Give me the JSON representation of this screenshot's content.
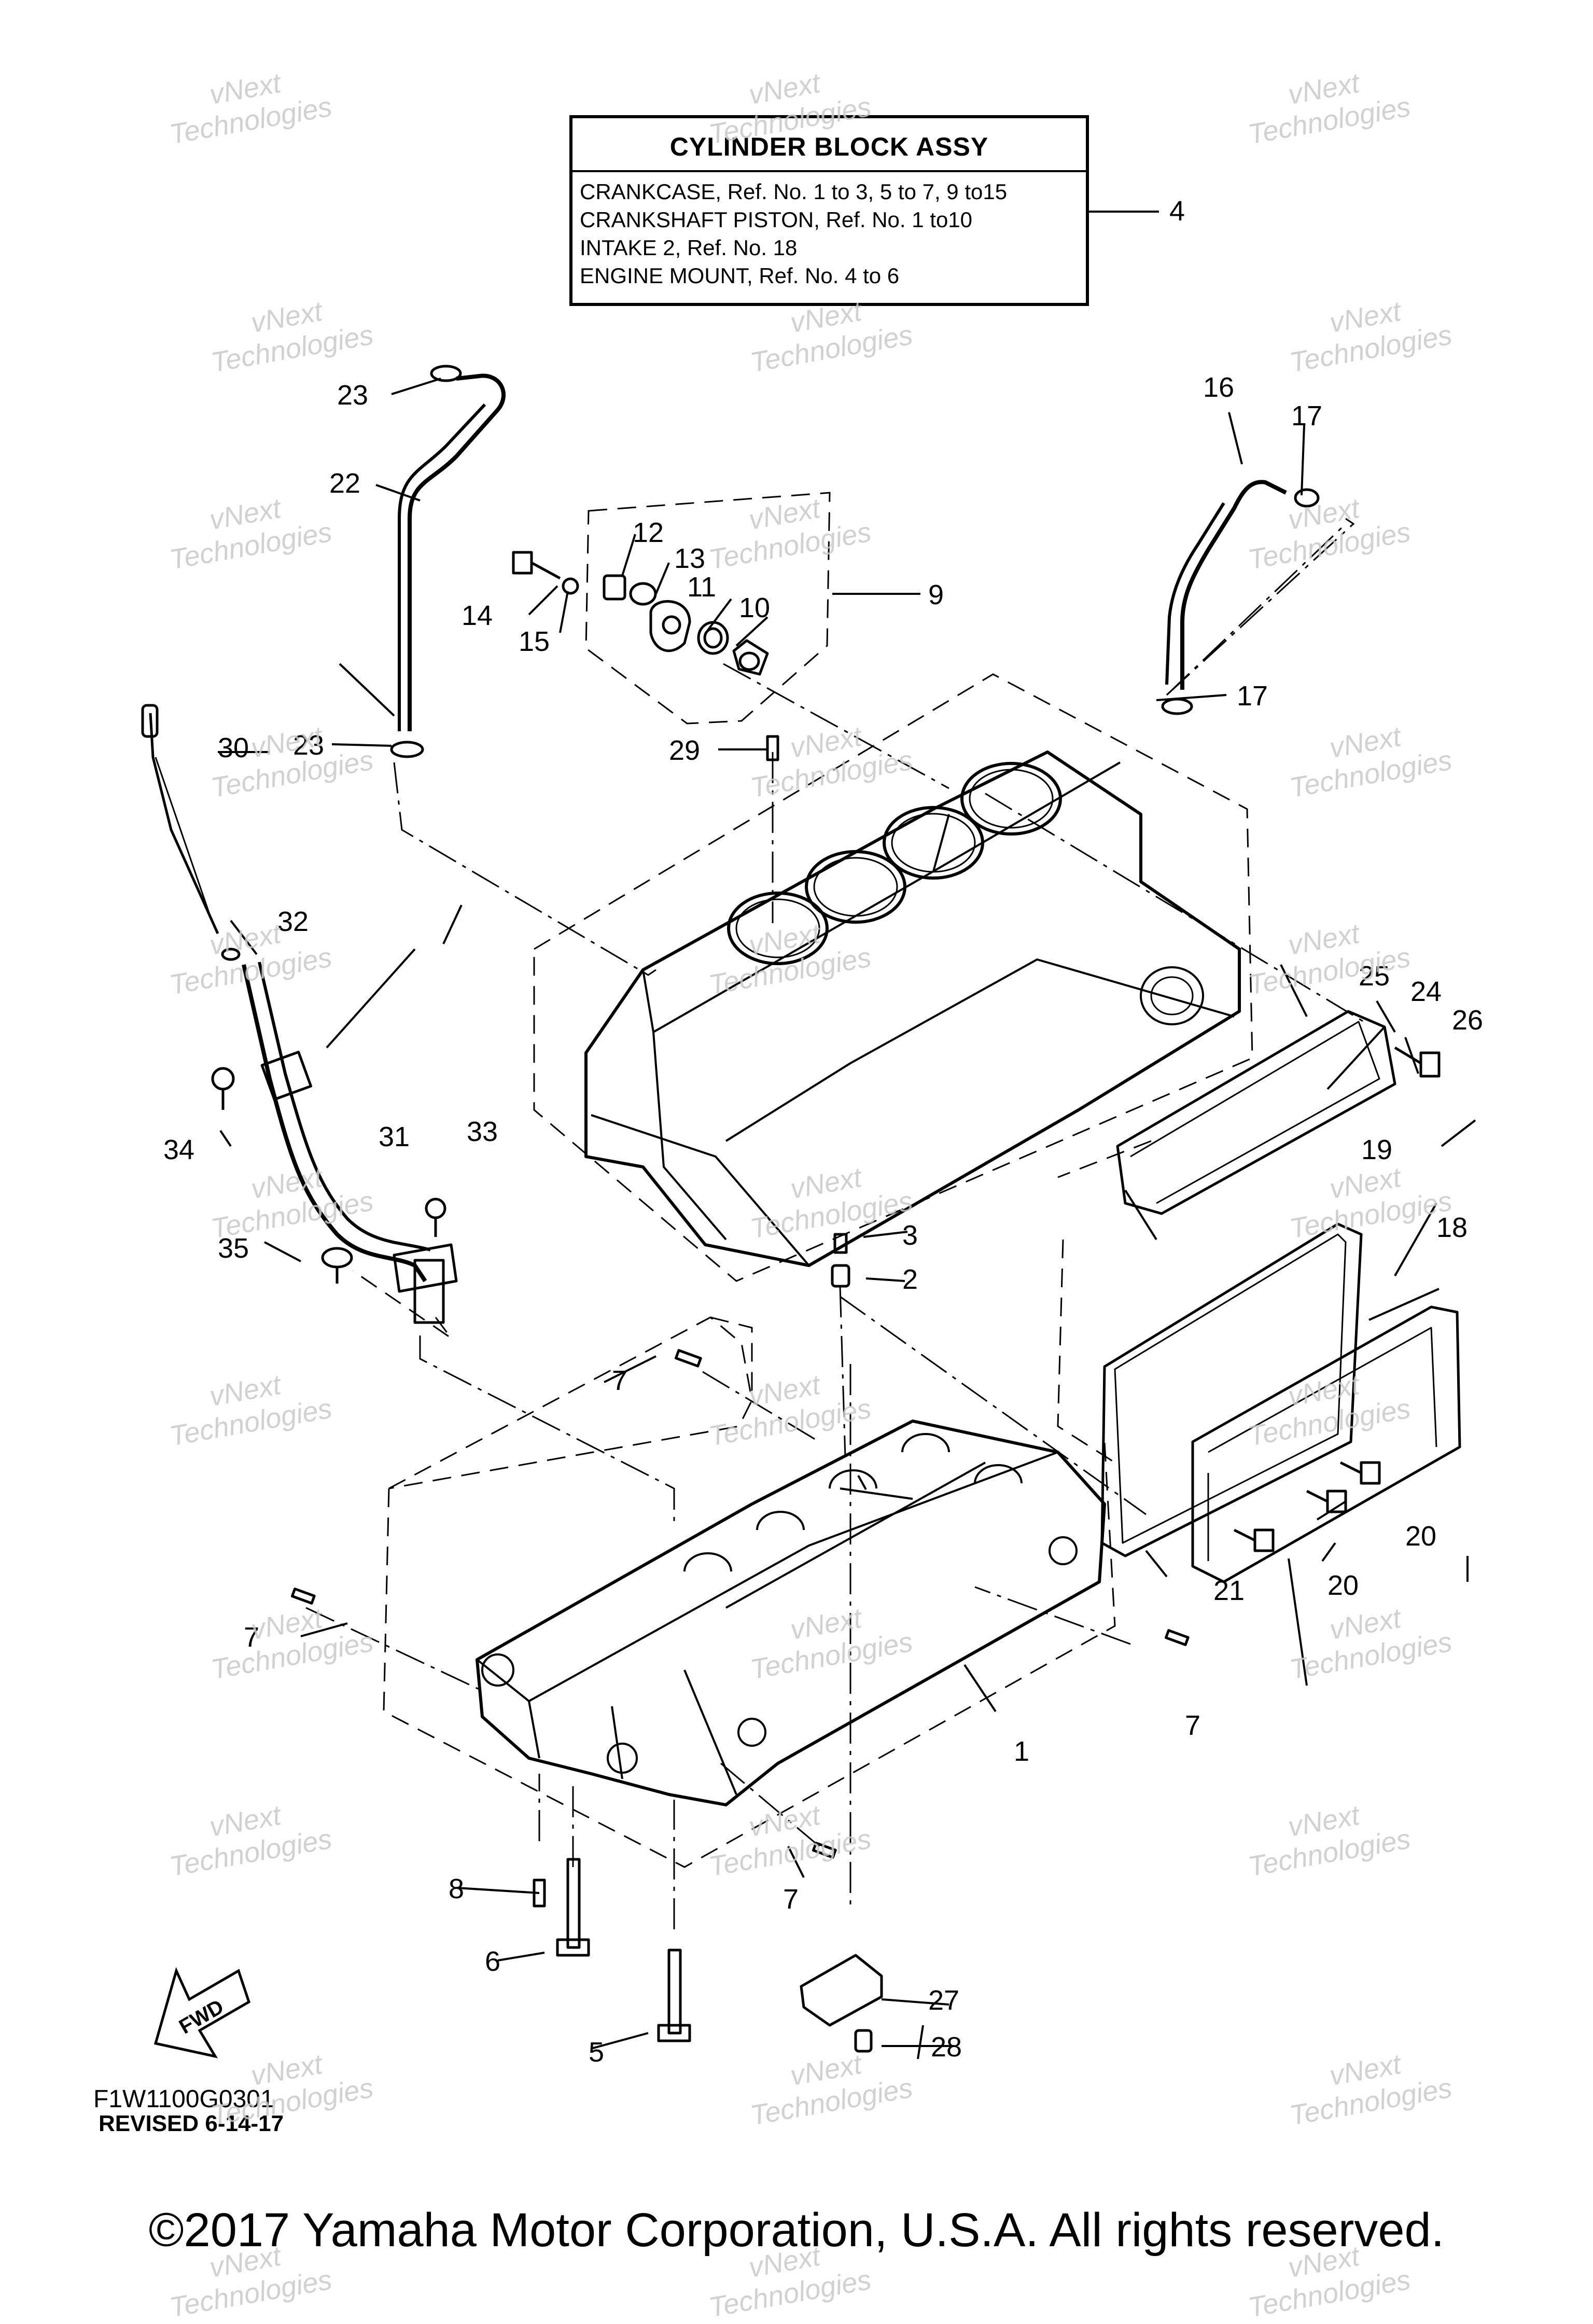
{
  "legend": {
    "title": "CYLINDER BLOCK ASSY",
    "lines": [
      "CRANKCASE, Ref. No. 1 to 3, 5 to 7, 9 to15",
      "CRANKSHAFT PISTON, Ref. No. 1 to10",
      "INTAKE 2, Ref. No. 18",
      "ENGINE MOUNT, Ref. No. 4 to 6"
    ],
    "ref": "4"
  },
  "callouts": {
    "c1": "1",
    "c2": "2",
    "c3": "3",
    "c4": "4",
    "c5": "5",
    "c6": "6",
    "c7a": "7",
    "c7b": "7",
    "c7c": "7",
    "c7d": "7",
    "c8": "8",
    "c9": "9",
    "c10": "10",
    "c11": "11",
    "c12": "12",
    "c13": "13",
    "c14": "14",
    "c15": "15",
    "c16": "16",
    "c17a": "17",
    "c17b": "17",
    "c18": "18",
    "c19": "19",
    "c20a": "20",
    "c20b": "20",
    "c21": "21",
    "c22": "22",
    "c23a": "23",
    "c23b": "23",
    "c24": "24",
    "c25": "25",
    "c26": "26",
    "c27": "27",
    "c28": "28",
    "c29": "29",
    "c30": "30",
    "c31": "31",
    "c32": "32",
    "c33": "33",
    "c34": "34",
    "c35": "35"
  },
  "fwd": "FWD",
  "diagram_code": "F1W1100G0301",
  "revised": "REVISED 6-14-17",
  "copyright": "©2017 Yamaha Motor Corporation, U.S.A. All rights reserved.",
  "watermark": {
    "line1": "vNext",
    "line2": "Technologies"
  }
}
